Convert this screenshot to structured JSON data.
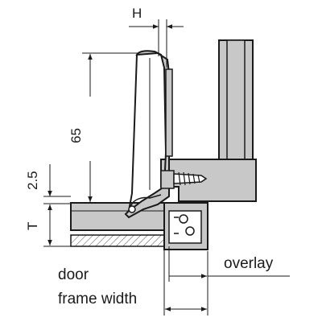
{
  "labels": {
    "dim_h": "H",
    "dim_65": "65",
    "dim_25": "2.5",
    "dim_t": "T",
    "overlay": "overlay",
    "door": "door",
    "frame_width": "frame width"
  }
}
